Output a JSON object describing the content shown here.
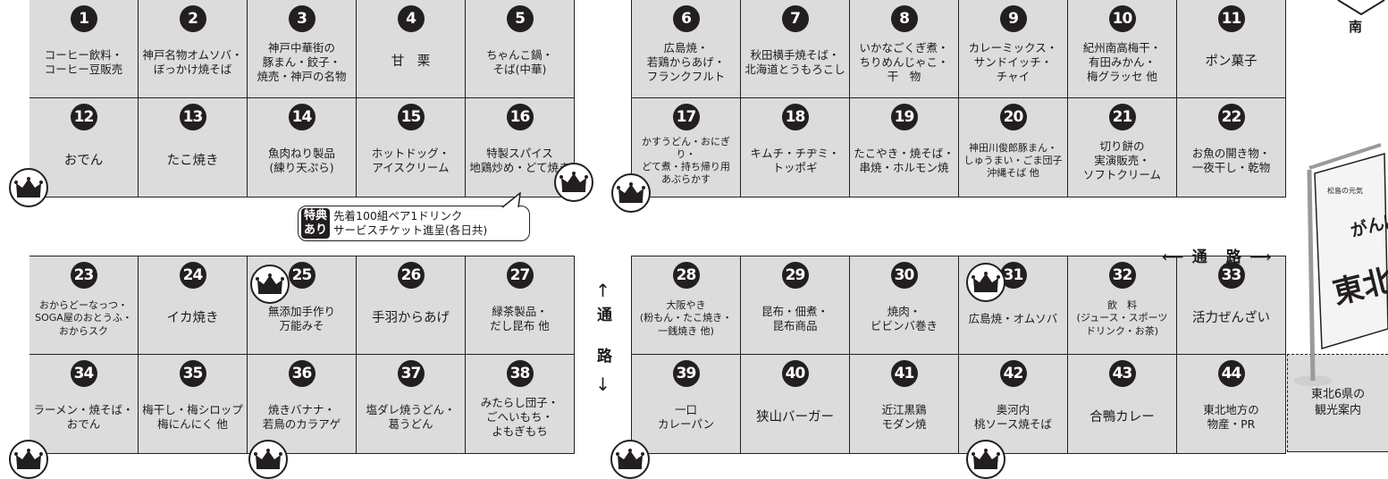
{
  "compass": {
    "label": "南"
  },
  "aisle_top": {
    "label": "通　路"
  },
  "aisle_middle": {
    "label": "通　路"
  },
  "callout": {
    "badge": "特典\nあり",
    "text": "先着100組ペア1ドリンク\nサービスチケット進呈(各日共)"
  },
  "banner": {
    "small_text": "松島の元気!\n東北へ!",
    "main_text": "がんばろう!\n東北"
  },
  "info_booth": {
    "label": "東北6県の\n観光案内"
  },
  "booths_block1": [
    {
      "num": "1",
      "label": "コーヒー飲料・\nコーヒー豆販売"
    },
    {
      "num": "2",
      "label": "神戸名物オムソバ・\nぼっかけ焼そば"
    },
    {
      "num": "3",
      "label": "神戸中華街の\n豚まん・餃子・\n焼売・神戸の名物"
    },
    {
      "num": "4",
      "label": "甘　栗"
    },
    {
      "num": "5",
      "label": "ちゃんこ鍋・\nそば(中華)"
    },
    {
      "num": "12",
      "label": "おでん"
    },
    {
      "num": "13",
      "label": "たこ焼き"
    },
    {
      "num": "14",
      "label": "魚肉ねり製品\n(練り天ぷら)"
    },
    {
      "num": "15",
      "label": "ホットドッグ・\nアイスクリーム"
    },
    {
      "num": "16",
      "label": "特製スパイス\n地鶏炒め・どて焼き"
    }
  ],
  "booths_block2": [
    {
      "num": "6",
      "label": "広島焼・\n若鶏からあげ・\nフランクフルト"
    },
    {
      "num": "7",
      "label": "秋田横手焼そば・\n北海道とうもろこし"
    },
    {
      "num": "8",
      "label": "いかなごくぎ煮・\nちりめんじゃこ・\n干　物"
    },
    {
      "num": "9",
      "label": "カレーミックス・\nサンドイッチ・\nチャイ"
    },
    {
      "num": "10",
      "label": "紀州南高梅干・\n有田みかん・\n梅グラッセ 他"
    },
    {
      "num": "11",
      "label": "ポン菓子"
    },
    {
      "num": "17",
      "label": "かすうどん・おにぎり・\nどて煮・持ち帰り用\nあぶらかす"
    },
    {
      "num": "18",
      "label": "キムチ・チヂミ・\nトッポギ"
    },
    {
      "num": "19",
      "label": "たこやき・焼そば・\n串焼・ホルモン焼"
    },
    {
      "num": "20",
      "label": "神田川俊郎豚まん・\nしゅうまい・ごま団子\n沖縄そば 他"
    },
    {
      "num": "21",
      "label": "切り餅の\n実演販売・\nソフトクリーム"
    },
    {
      "num": "22",
      "label": "お魚の開き物・\n一夜干し・乾物"
    }
  ],
  "booths_block3": [
    {
      "num": "23",
      "label": "おからどーなっつ・\nSOGA屋のおとうふ・\nおからスク"
    },
    {
      "num": "24",
      "label": "イカ焼き"
    },
    {
      "num": "25",
      "label": "無添加手作り\n万能みそ"
    },
    {
      "num": "26",
      "label": "手羽からあげ"
    },
    {
      "num": "27",
      "label": "緑茶製品・\nだし昆布 他"
    },
    {
      "num": "34",
      "label": "ラーメン・焼そば・\nおでん"
    },
    {
      "num": "35",
      "label": "梅干し・梅シロップ\n梅にんにく 他"
    },
    {
      "num": "36",
      "label": "焼きバナナ・\n若鳥のカラアゲ"
    },
    {
      "num": "37",
      "label": "塩ダレ焼うどん・\n葛うどん"
    },
    {
      "num": "38",
      "label": "みたらし団子・\nごへいもち・\nよもぎもち"
    }
  ],
  "booths_block4": [
    {
      "num": "28",
      "label": "大阪やき\n(粉もん・たこ焼き・\n一銭焼き 他)"
    },
    {
      "num": "29",
      "label": "昆布・佃煮・\n昆布商品"
    },
    {
      "num": "30",
      "label": "焼肉・\nビビンバ巻き"
    },
    {
      "num": "31",
      "label": "広島焼・オムソバ"
    },
    {
      "num": "32",
      "label": "飲　料\n(ジュース・スポーツ\nドリンク・お茶)"
    },
    {
      "num": "33",
      "label": "活力ぜんざい"
    },
    {
      "num": "39",
      "label": "一口\nカレーパン"
    },
    {
      "num": "40",
      "label": "狭山バーガー"
    },
    {
      "num": "41",
      "label": "近江黒鶏\nモダン焼"
    },
    {
      "num": "42",
      "label": "奥河内\n桃ソース焼そば"
    },
    {
      "num": "43",
      "label": "合鴨カレー"
    },
    {
      "num": "44",
      "label": "東北地方の\n物産・PR"
    }
  ],
  "colors": {
    "booth": "#dcdcdd",
    "ink": "#231f20",
    "background": "#ffffff"
  },
  "icons": {
    "crown": "crown-icon",
    "compass": "south-arrow-icon",
    "banner": "nobori-flag"
  }
}
